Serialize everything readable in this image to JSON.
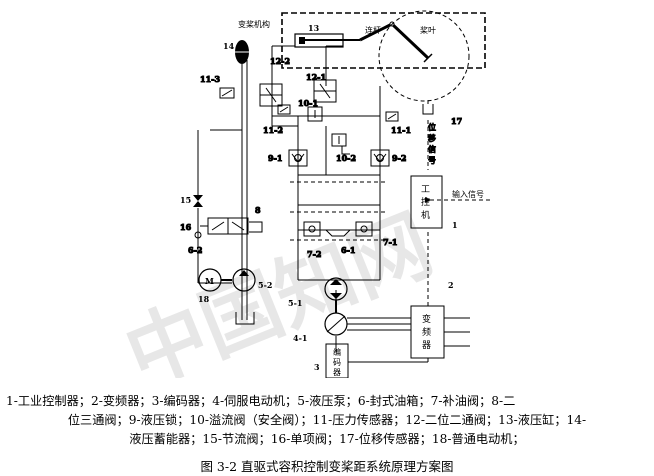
{
  "diagram": {
    "labels": {
      "variable_pitch_mechanism": "变桨机构",
      "n13": "13",
      "connecting_rod": "连杆",
      "blade": "桨叶",
      "n14": "14",
      "n12_2": "12-2",
      "n12_1": "12-1",
      "n11_3": "11-3",
      "n10_1": "10-1",
      "n11_2": "11-2",
      "n11_1": "11-1",
      "n17": "17",
      "displacement_signal": [
        "位",
        "移",
        "信",
        "号"
      ],
      "n9_1": "9-1",
      "n9_2": "9-2",
      "n10_2": "10-2",
      "industrial_pc": [
        "工",
        "控",
        "机"
      ],
      "input_signal": "输入信号",
      "n1": "1",
      "n15": "15",
      "n8": "8",
      "n16": "16",
      "n6_2": "6-2",
      "n7_2": "7-2",
      "n6_1": "6-1",
      "n7_1": "7-1",
      "motor_m": "M",
      "n18": "18",
      "n5_2": "5-2",
      "n2": "2",
      "n5_1": "5-1",
      "n4_1": "4-1",
      "vfd": [
        "变",
        "频",
        "器"
      ],
      "n3": "3",
      "encoder": [
        "编",
        "码",
        "器"
      ]
    },
    "watermark": "中国知网"
  },
  "legend": {
    "line1": "1-工业控制器；2-变频器；3-编码器；4-伺服电动机；5-液压泵；6-封式油箱；7-补油阀；8-二",
    "line2": "位三通阀；9-液压锁；10-溢流阀（安全阀）；11-压力传感器；12-二位二通阀；13-液压缸；14-",
    "line3": "液压蓄能器；15-节流阀；16-单项阀；17-位移传感器；18-普通电动机；"
  },
  "caption": "图 3-2  直驱式容积控制变桨距系统原理方案图"
}
